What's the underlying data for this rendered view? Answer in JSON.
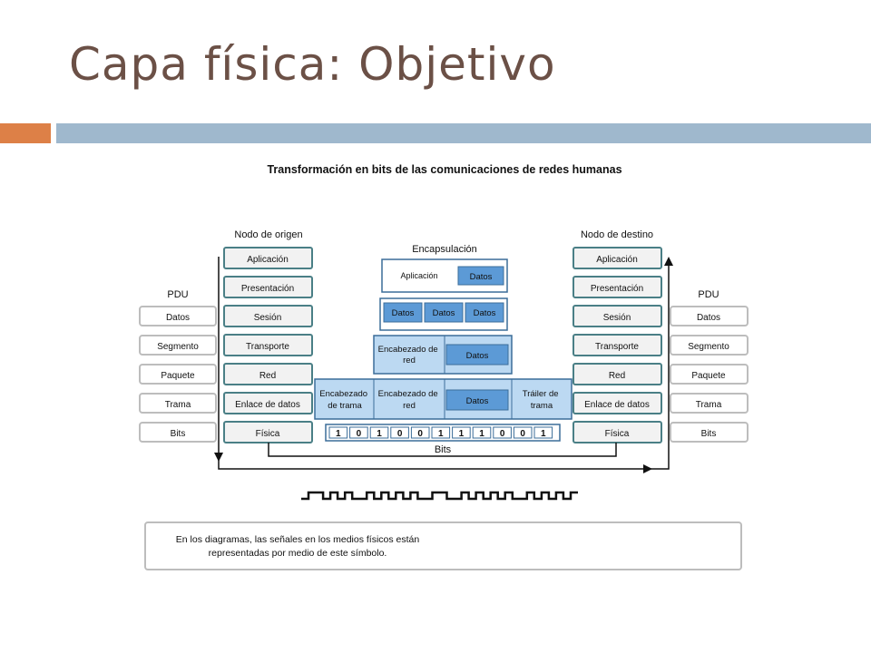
{
  "slide": {
    "title": "Capa física: Objetivo",
    "accent_color": "#dd8047",
    "bar_color": "#9fb8cd"
  },
  "diagram": {
    "heading": "Transformación en bits de las comunicaciones de redes humanas",
    "source_label": "Nodo de origen",
    "dest_label": "Nodo de destino",
    "encap_label": "Encapsulación",
    "pdu_label": "PDU",
    "layers": [
      "Aplicación",
      "Presentación",
      "Sesión",
      "Transporte",
      "Red",
      "Enlace de datos",
      "Física"
    ],
    "pdus": [
      "Datos",
      "Segmento",
      "Paquete",
      "Trama",
      "Bits"
    ],
    "encap_app": "Aplicación",
    "encap_data": "Datos",
    "encap_data_row": [
      "Datos",
      "Datos",
      "Datos"
    ],
    "encap_network_header": "Encabezado de red",
    "encap_frame_header": "Encabezado de trama",
    "encap_frame_trailer": "Tráiler de trama",
    "bits": [
      "1",
      "0",
      "1",
      "0",
      "0",
      "1",
      "1",
      "1",
      "0",
      "0",
      "1"
    ],
    "bits_label": "Bits",
    "legend_text_line1": "En los diagramas, las señales en los medios físicos están",
    "legend_text_line2": "representadas por medio de este símbolo.",
    "colors": {
      "layer_border": "#4a7f86",
      "pdu_border": "#bdbdbd",
      "encap_light": "#bcd9f2",
      "encap_dark": "#5c9ad6",
      "encap_border": "#3b6d99"
    }
  }
}
